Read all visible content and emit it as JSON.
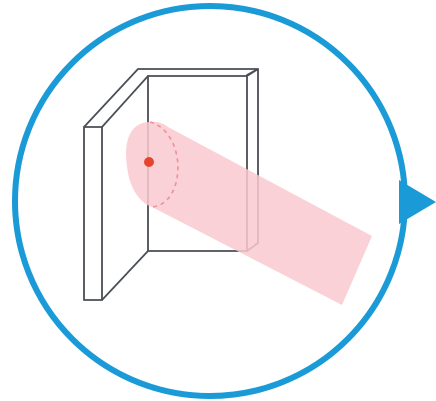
{
  "diagram": {
    "subject": "door",
    "elements": [
      "frame",
      "door-panel",
      "laser-beam",
      "laser-dot",
      "play-pointer"
    ]
  },
  "colors": {
    "ring": "#1a9ad6",
    "outline": "#4a4f56",
    "beam": "#f9c9cf",
    "beam_dash": "#ef8f9a",
    "dot": "#e6452d",
    "background": "#ffffff"
  }
}
